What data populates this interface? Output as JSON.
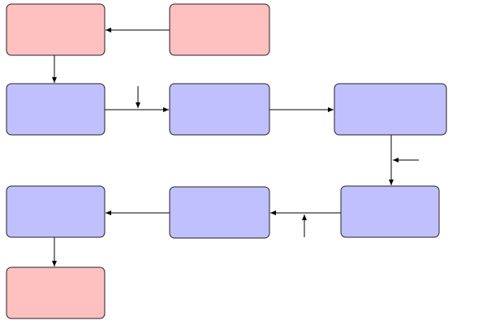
{
  "diagram": {
    "colors": {
      "terminal_fill": "#ffc0c0",
      "process_fill": "#c0c0ff",
      "node_stroke": "#222222",
      "edge_stroke": "#000000"
    },
    "nodes": [
      {
        "id": "top-left-terminal-box",
        "kind": "terminal",
        "label": ""
      },
      {
        "id": "top-middle-terminal-box",
        "kind": "terminal",
        "label": ""
      },
      {
        "id": "row2-left-process-box",
        "kind": "process",
        "label": ""
      },
      {
        "id": "row2-middle-process-box",
        "kind": "process",
        "label": ""
      },
      {
        "id": "row2-right-process-box",
        "kind": "process",
        "label": ""
      },
      {
        "id": "row3-right-process-box",
        "kind": "process",
        "label": ""
      },
      {
        "id": "row3-middle-process-box",
        "kind": "process",
        "label": ""
      },
      {
        "id": "row3-left-process-box",
        "kind": "process",
        "label": ""
      },
      {
        "id": "bottom-left-terminal-box",
        "kind": "terminal",
        "label": ""
      }
    ],
    "edges": [
      {
        "id": "edge-top-middle-to-top-left",
        "from": "top-middle-terminal-box",
        "to": "top-left-terminal-box"
      },
      {
        "id": "edge-top-left-to-row2-left",
        "from": "top-left-terminal-box",
        "to": "row2-left-process-box"
      },
      {
        "id": "edge-row2-left-to-row2-middle",
        "from": "row2-left-process-box",
        "to": "row2-middle-process-box"
      },
      {
        "id": "edge-row2-middle-to-row2-right",
        "from": "row2-middle-process-box",
        "to": "row2-right-process-box"
      },
      {
        "id": "edge-row2-right-to-row3-right",
        "from": "row2-right-process-box",
        "to": "row3-right-process-box"
      },
      {
        "id": "edge-row3-right-to-row3-middle",
        "from": "row3-right-process-box",
        "to": "row3-middle-process-box"
      },
      {
        "id": "edge-row3-middle-to-row3-left",
        "from": "row3-middle-process-box",
        "to": "row3-left-process-box"
      },
      {
        "id": "edge-row3-left-to-bottom-left",
        "from": "row3-left-process-box",
        "to": "bottom-left-terminal-box"
      }
    ],
    "inputs": [
      {
        "id": "input-arrow-onto-edge-row2-left-to-middle",
        "target_edge": "edge-row2-left-to-row2-middle"
      },
      {
        "id": "input-arrow-onto-edge-row2-right-to-row3-right",
        "target_edge": "edge-row2-right-to-row3-right"
      },
      {
        "id": "input-arrow-onto-edge-row3-right-to-middle",
        "target_edge": "edge-row3-right-to-row3-middle"
      }
    ]
  }
}
